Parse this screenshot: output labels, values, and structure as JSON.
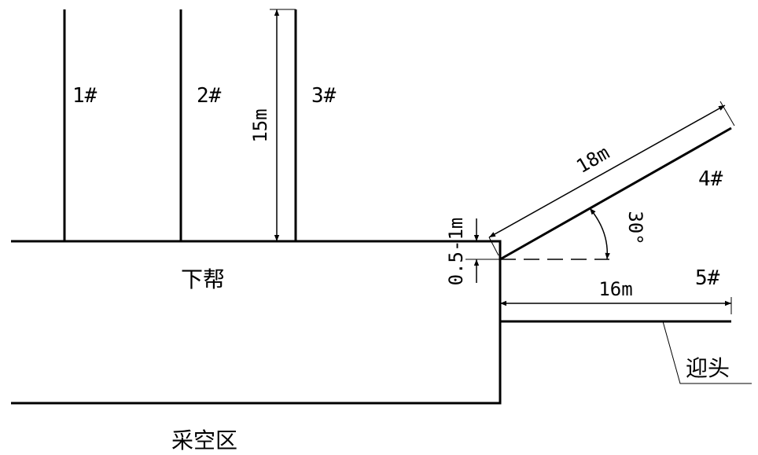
{
  "labels": {
    "hole1": "1#",
    "hole2": "2#",
    "hole3": "3#",
    "hole4": "4#",
    "hole5": "5#"
  },
  "dimensions": {
    "length_15m": "15m",
    "length_18m": "18m",
    "length_16m": "16m",
    "angle_30": "30°",
    "offset": "0.5-1m"
  },
  "areas": {
    "lower_wall": "下帮",
    "goaf": "采空区",
    "heading_face": "迎头"
  }
}
